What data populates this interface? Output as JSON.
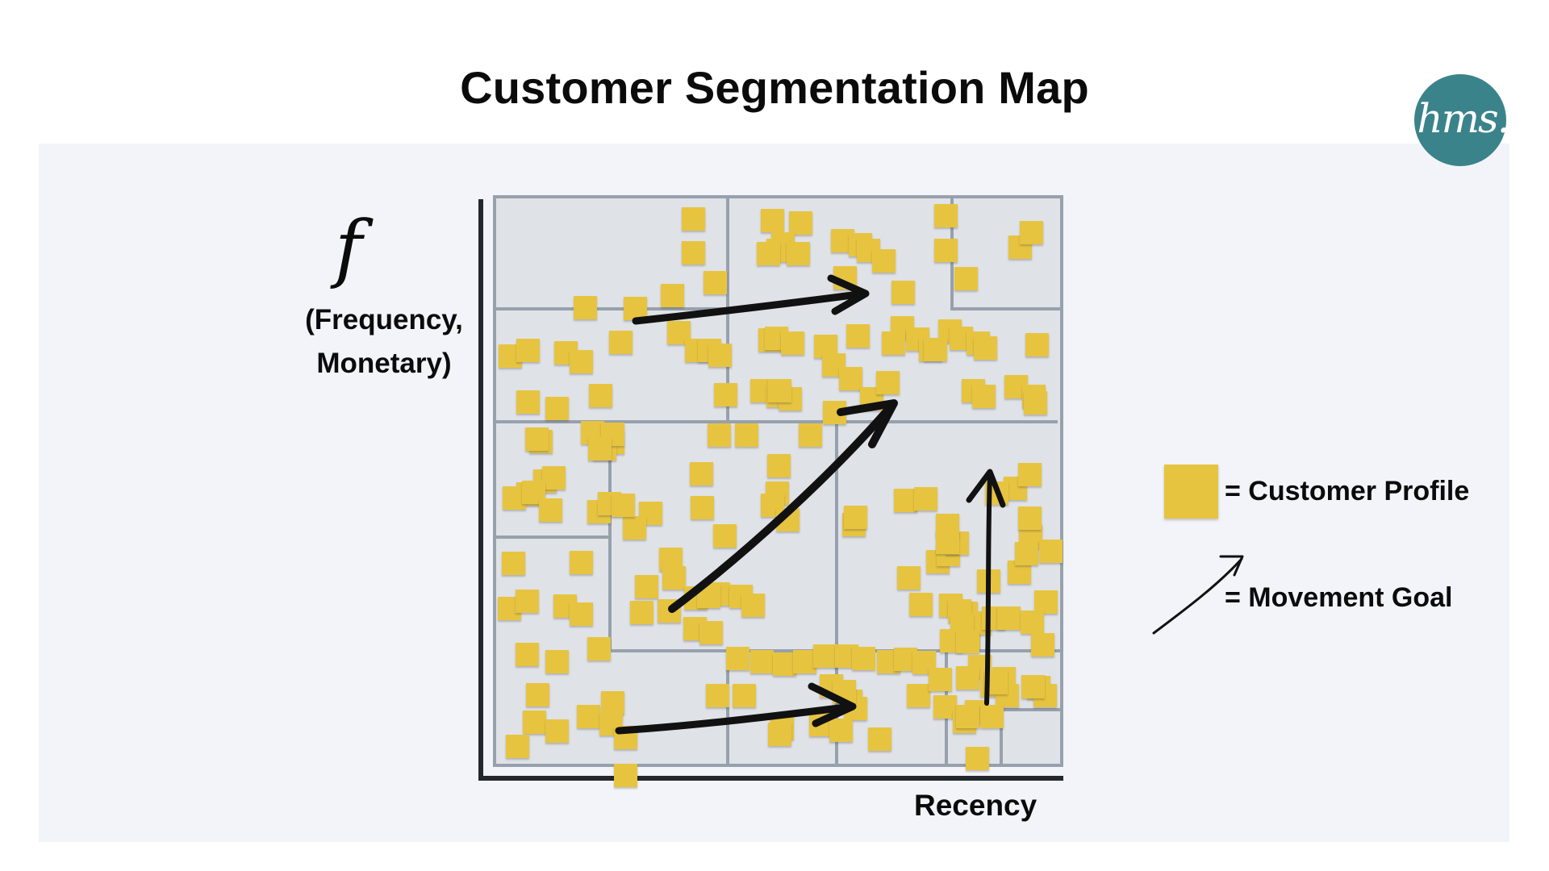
{
  "header": {
    "title": "Customer Segmentation Map"
  },
  "brand": {
    "logo_text": "hms.",
    "logo_color": "#3b838b"
  },
  "axes": {
    "y_symbol": "f",
    "y_label_line1": "(Frequency,",
    "y_label_line2": "Monetary)",
    "x_label": "Recency"
  },
  "legend": {
    "customer_profile": "= Customer Profile",
    "movement_goal": "= Movement Goal"
  },
  "colors": {
    "note": "#e7c440",
    "grid_bg": "#dfe2e7",
    "grid_line": "#97a1ad",
    "panel_bg": "#f3f4f9",
    "axis": "#23272e",
    "arrow": "#111111"
  },
  "movement_arrows": [
    {
      "name": "top-arrow",
      "direction": "right"
    },
    {
      "name": "diagonal-arrow",
      "direction": "up-right"
    },
    {
      "name": "bottom-arrow",
      "direction": "right"
    },
    {
      "name": "vertical-arrow",
      "direction": "up"
    }
  ]
}
